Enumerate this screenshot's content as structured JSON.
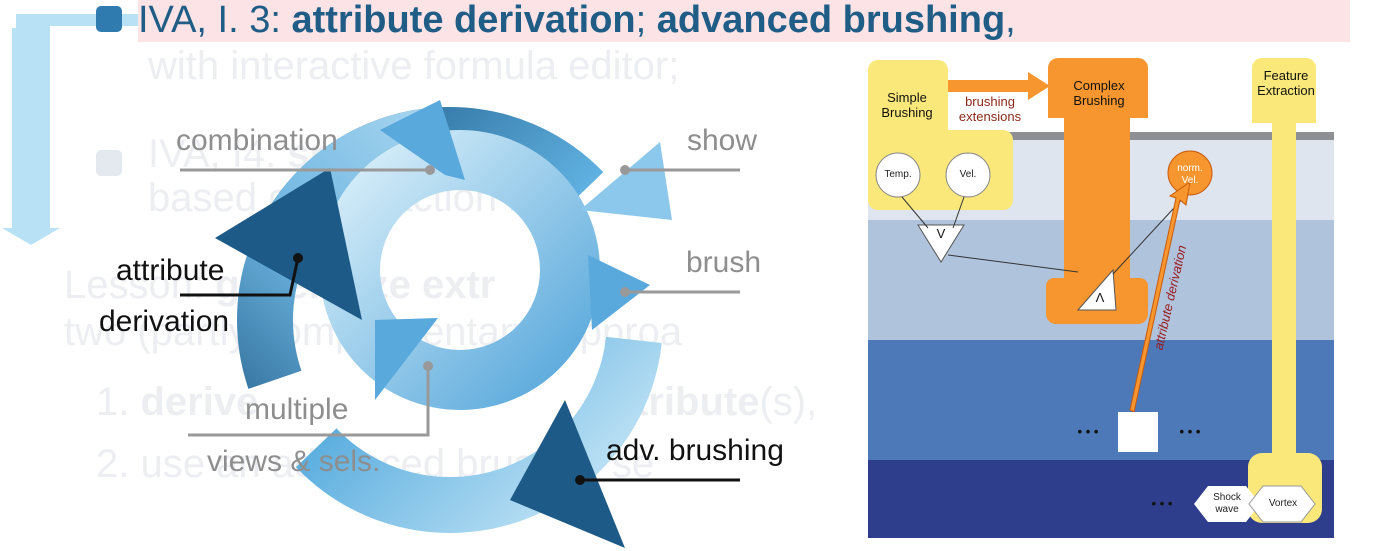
{
  "title": {
    "prefix": "IVA, I. 3: ",
    "bold1": "attribute derivation",
    "sep": "; ",
    "bold2": "advanced brushing",
    "suffix": ","
  },
  "background_text": {
    "line1": "with interactive formula editor;",
    "line2_prefix": "IVA, I4: ",
    "line2_bold": "specific fe",
    "line3": "based on extraction met",
    "line4_prefix": "Lesson: ",
    "line4_bold": "generalize extr",
    "line5": "two (partly complementary) approa",
    "item1_num": "1.",
    "item1_bold": "derive",
    "item1_mid": " ",
    "item1_bold2": "attribute",
    "item1_tail": "(s),",
    "item2_num": "2.",
    "item2_text": "use an advanced brush to se"
  },
  "cycle": {
    "combination": "combination",
    "show": "show",
    "brush": "brush",
    "multiple": "multiple",
    "views_sels": "views & sels.",
    "attribute": "attribute",
    "derivation": "derivation",
    "adv_brushing": "adv. brushing"
  },
  "panel": {
    "simple_brushing": "Simple Brushing",
    "brushing_extensions": "brushing extensions",
    "complex_brushing": "Complex Brushing",
    "feature_extraction": "Feature Extraction",
    "temp": "Temp.",
    "vel": "Vel.",
    "norm_vel": "norm. Vel.",
    "or_symbol": "V",
    "and_symbol": "Λ",
    "attribute_derivation": "attribute derivation",
    "ellipsis": "• • •",
    "shock_wave": "Shock wave",
    "vortex": "Vortex"
  },
  "colors": {
    "title_text": "#1f5c86",
    "title_bg": "#fbe3e6",
    "arrow_blue_dark": "#1e5a87",
    "arrow_blue_light": "#bfe3f5",
    "orange": "#f7962e",
    "yellow": "#fbe87a"
  }
}
